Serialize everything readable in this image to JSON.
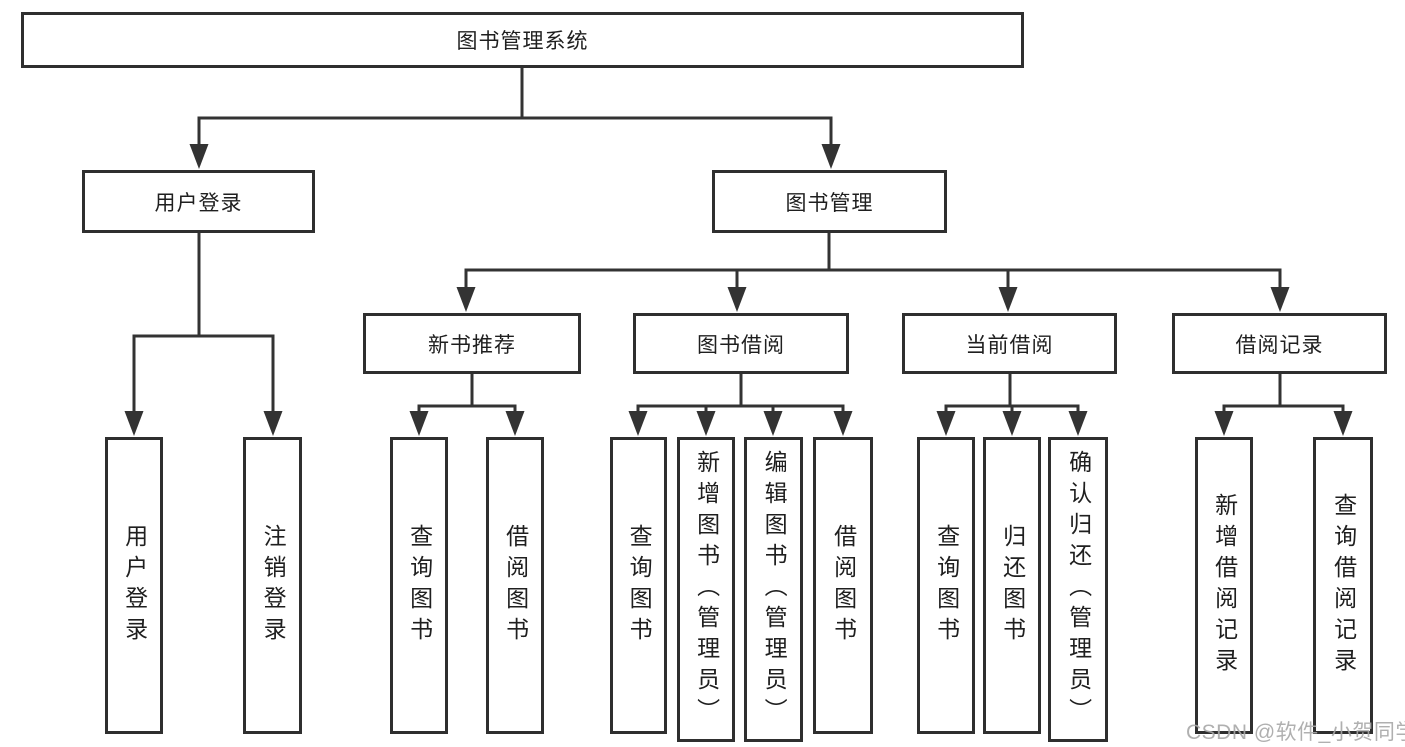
{
  "diagram": {
    "root": {
      "label": "图书管理系统"
    },
    "level2": [
      {
        "label": "用户登录"
      },
      {
        "label": "图书管理"
      }
    ],
    "level3": [
      {
        "label": "新书推荐"
      },
      {
        "label": "图书借阅"
      },
      {
        "label": "当前借阅"
      },
      {
        "label": "借阅记录"
      }
    ],
    "leaves": {
      "user": [
        {
          "label": "用户登录"
        },
        {
          "label": "注销登录"
        }
      ],
      "newbook": [
        {
          "label": "查询图书"
        },
        {
          "label": "借阅图书"
        }
      ],
      "borrow": [
        {
          "label": "查询图书"
        },
        {
          "label": "新增图书（管理员）"
        },
        {
          "label": "编辑图书（管理员）"
        },
        {
          "label": "借阅图书"
        }
      ],
      "current": [
        {
          "label": "查询图书"
        },
        {
          "label": "归还图书"
        },
        {
          "label": "确认归还（管理员）"
        }
      ],
      "records": [
        {
          "label": "新增借阅记录"
        },
        {
          "label": "查询借阅记录"
        }
      ]
    },
    "colors": {
      "line": "#333333",
      "border": "#2f2f2f",
      "text": "#1f1f1f",
      "watermark": "#a8a8a8",
      "background": "#ffffff"
    },
    "watermark": "CSDN @软件_小贺同学"
  }
}
